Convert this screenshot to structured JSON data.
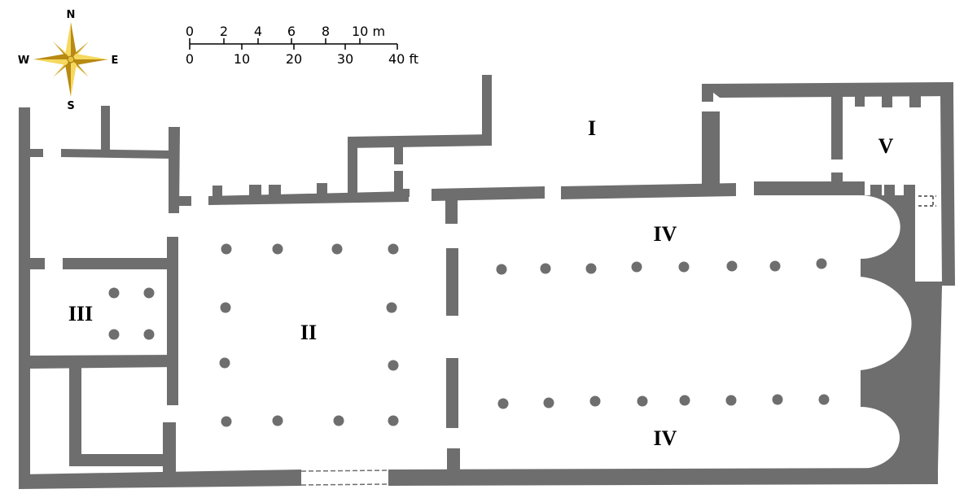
{
  "colors": {
    "wall": "#6e6e6e",
    "column": "#6e6e6e",
    "compass_gold": "#e8c23a",
    "compass_dark": "#9a7410"
  },
  "compass": {
    "north": "N",
    "south": "S",
    "east": "E",
    "west": "W"
  },
  "scale_bar": {
    "meters": [
      "0",
      "2",
      "4",
      "6",
      "8",
      "10 m"
    ],
    "feet": [
      "0",
      "10",
      "20",
      "30",
      "40 ft"
    ]
  },
  "rooms": {
    "room_1": "I",
    "room_2": "II",
    "room_3": "III",
    "room_4_north": "IV",
    "room_4_south": "IV",
    "room_5": "V"
  }
}
